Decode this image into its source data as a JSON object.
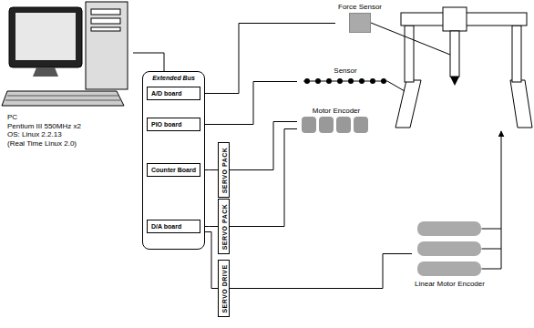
{
  "diagram": {
    "nodes": [
      {
        "text": [
          "PC",
          "Pentium III 550MHz x2",
          "OS: Linux 2.2.13",
          "(Real Time Linux 2.0)"
        ]
      },
      {
        "text": [
          "Extended Bus"
        ]
      },
      {
        "text": [
          "A/D board"
        ],
        "in": 1
      },
      {
        "text": [
          "PIO board"
        ],
        "in": 1
      },
      {
        "text": [
          "Counter Board"
        ],
        "in": 1
      },
      {
        "text": [
          "D/A board"
        ],
        "in": 1
      },
      {
        "text": [
          "SERVO PACK"
        ]
      },
      {
        "text": [
          "SERVO PACK"
        ]
      },
      {
        "text": [
          "SERVO DRIVE"
        ]
      },
      {
        "text": [
          "Force Sensor"
        ]
      },
      {
        "text": [
          "Sensor"
        ]
      },
      {
        "text": [
          "Motor Encoder"
        ]
      },
      {
        "text": [
          "Linear Motor Encoder"
        ]
      }
    ],
    "edges": [
      {
        "from": 0,
        "to": 1,
        "arrow": "none"
      },
      {
        "from": 2,
        "to": 9,
        "arrow": "none"
      },
      {
        "from": 3,
        "to": 10,
        "arrow": "none"
      },
      {
        "from": 4,
        "to": 6,
        "arrow": "none"
      },
      {
        "from": 5,
        "to": 7,
        "arrow": "none"
      },
      {
        "from": 5,
        "to": 8,
        "arrow": "none"
      },
      {
        "from": 6,
        "to": 11,
        "arrow": "none"
      },
      {
        "from": 7,
        "to": 11,
        "arrow": "none"
      },
      {
        "from": 8,
        "to": 12,
        "arrow": "none"
      }
    ]
  }
}
